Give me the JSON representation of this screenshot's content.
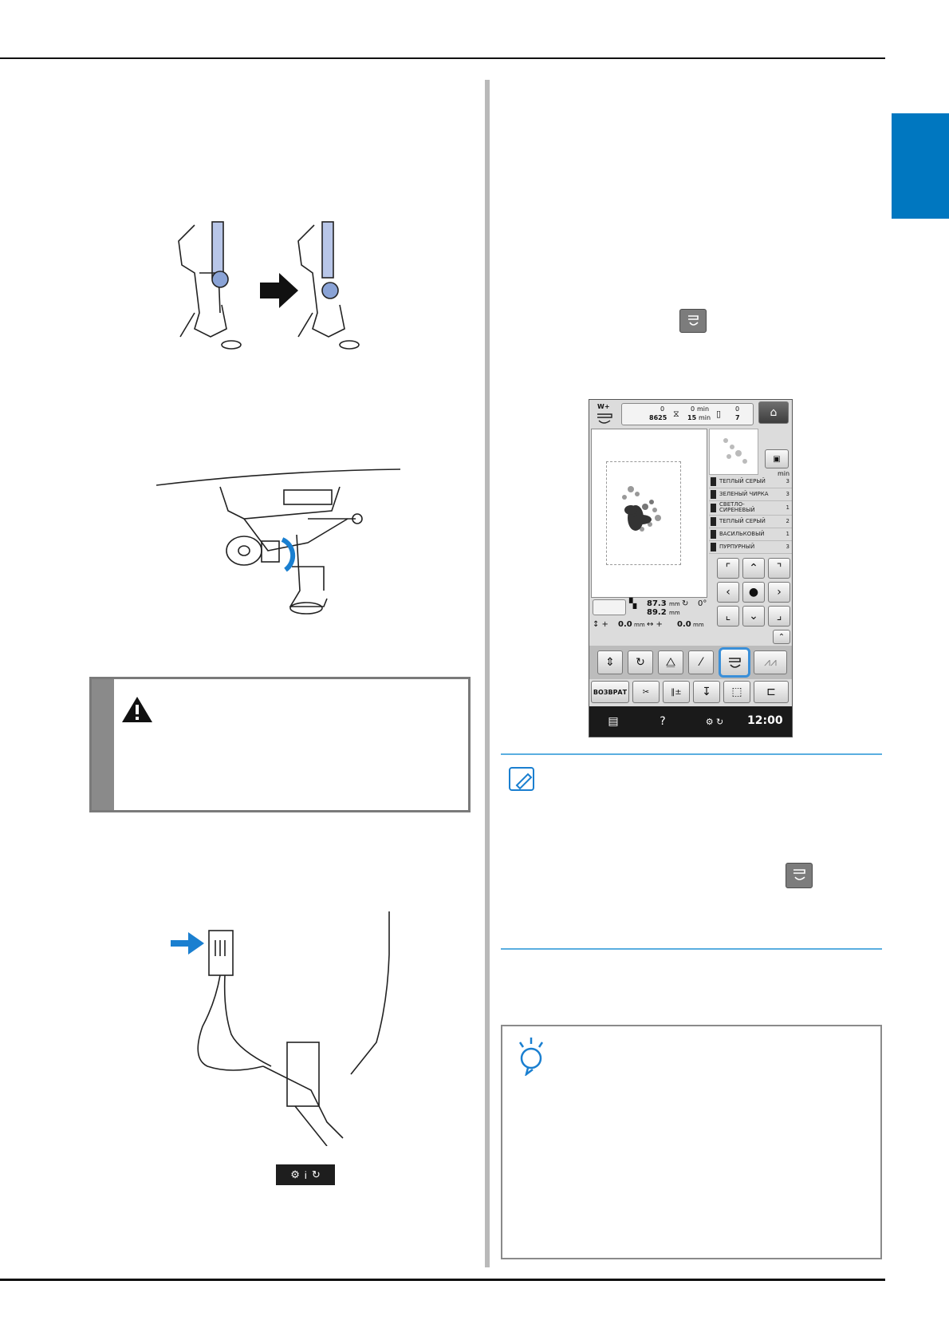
{
  "page": {
    "status_icon_label": "i"
  },
  "warning": {
    "icon": "warning-triangle-icon"
  },
  "lcd": {
    "top_bar": {
      "stitch_current": "0",
      "stitch_total": "8625",
      "time_current": "0",
      "time_unit_top": "min",
      "time_total": "15",
      "time_unit": "min",
      "color_current": "0",
      "color_total": "7",
      "wplus_label": "W+"
    },
    "min_label": "min",
    "threads": [
      {
        "name": "ТЕПЛЫЙ СЕРЫЙ",
        "time": "3"
      },
      {
        "name": "ЗЕЛЕНЫЙ ЧИРКА",
        "time": "3"
      },
      {
        "name": "СВЕТЛО-\nСИРЕНЕВЫЙ",
        "time": "1"
      },
      {
        "name": "ТЕПЛЫЙ СЕРЫЙ",
        "time": "2"
      },
      {
        "name": "ВАСИЛЬКОВЫЙ",
        "time": "1"
      },
      {
        "name": "ПУРПУРНЫЙ",
        "time": "3"
      }
    ],
    "size": {
      "width": "87.3",
      "height": "89.2",
      "unit": "mm",
      "angle": "0°",
      "offset_v": "0.0",
      "offset_h": "0.0"
    },
    "buttons": {
      "return_label": "ВОЗВРАТ"
    },
    "bottom_bar": {
      "help": "?",
      "clock": "12:00"
    }
  },
  "colors": {
    "accent": "#0077c0",
    "memo_rule": "#5aaee0",
    "highlight": "#3a8fd8"
  }
}
